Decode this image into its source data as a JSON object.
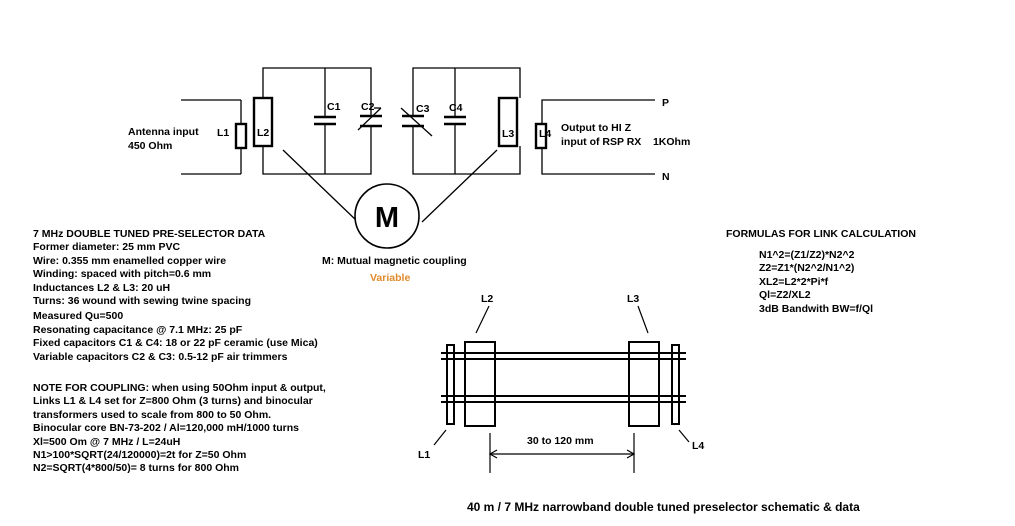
{
  "schematic": {
    "labels": {
      "l1": "L1",
      "l2": "L2",
      "c1": "C1",
      "c2": "C2",
      "c3": "C3",
      "c4": "C4",
      "l3": "L3",
      "l4": "L4",
      "p": "P",
      "n": "N",
      "m": "M"
    },
    "antenna_lines": [
      "Antenna input",
      "450 Ohm"
    ],
    "output_lines": [
      "Output to HI Z",
      "input of RSP RX    1KOhm"
    ],
    "mutual_coupling": "M: Mutual magnetic coupling",
    "variable": "Variable"
  },
  "data_block": {
    "lines": [
      "7 MHz DOUBLE TUNED PRE-SELECTOR DATA",
      "Former diameter: 25 mm PVC",
      "Wire: 0.355 mm enamelled copper wire",
      "Winding: spaced with pitch=0.6 mm",
      "Inductances L2 & L3: 20 uH",
      "Turns: 36 wound with sewing twine spacing",
      "Measured Qu=500",
      "Resonating capacitance @ 7.1 MHz: 25 pF",
      "Fixed capacitors C1 & C4: 18 or 22 pF ceramic (use Mica)",
      "Variable capacitors C2 & C3: 0.5-12 pF air trimmers"
    ]
  },
  "coupling_block": {
    "lines": [
      "NOTE FOR COUPLING: when using 50Ohm input & output,",
      "Links L1 & L4 set for Z=800 Ohm (3 turns) and binocular",
      "transformers used to scale from 800 to 50 Ohm.",
      "Binocular core BN-73-202 / Al=120,000 mH/1000 turns",
      "Xl=500 Om @ 7 MHz / L=24uH",
      "N1>100*SQRT(24/120000)=2t for Z=50 Ohm",
      "N2=SQRT(4*800/50)= 8 turns for 800 Ohm"
    ]
  },
  "formulas": {
    "title": "FORMULAS FOR LINK CALCULATION",
    "lines": [
      "N1^2=(Z1/Z2)*N2^2",
      "Z2=Z1*(N2^2/N1^2)",
      "XL2=L2*2*Pi*f",
      "Ql=Z2/XL2",
      "3dB Bandwith BW=f/Ql"
    ]
  },
  "mechanical": {
    "labels": {
      "l1": "L1",
      "l2": "L2",
      "l3": "L3",
      "l4": "L4"
    },
    "spacing": "30 to 120 mm",
    "spacing_color": "#d42020"
  },
  "caption": "40 m / 7 MHz narrowband double tuned preselector schematic & data",
  "colors": {
    "variable": "#e08a2c",
    "ink": "#000000"
  }
}
